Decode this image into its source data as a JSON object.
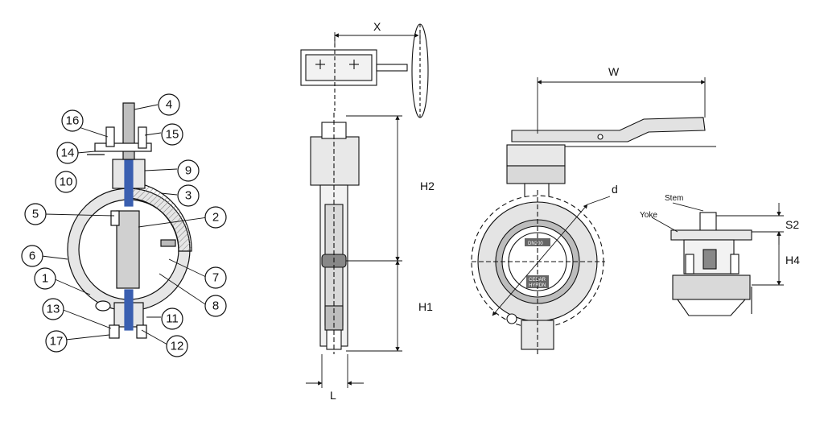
{
  "callouts": [
    "1",
    "2",
    "3",
    "4",
    "5",
    "6",
    "7",
    "8",
    "9",
    "10",
    "11",
    "12",
    "13",
    "14",
    "15",
    "16",
    "17"
  ],
  "dimensions": {
    "x": "X",
    "w": "W",
    "h1": "H1",
    "h2": "H2",
    "l": "L",
    "d": "d",
    "s2": "S2",
    "h4": "H4"
  },
  "labels": {
    "stem": "Stem",
    "yoke": "Yoke"
  },
  "nameplate": {
    "size": "DN200",
    "brand": "CEDAR",
    "model": "HYRDN"
  },
  "colors": {
    "line": "#111111",
    "stem_blue": "#3a5fb0",
    "shade": "#d9d9d9",
    "dark_shade": "#9a9a9a"
  }
}
